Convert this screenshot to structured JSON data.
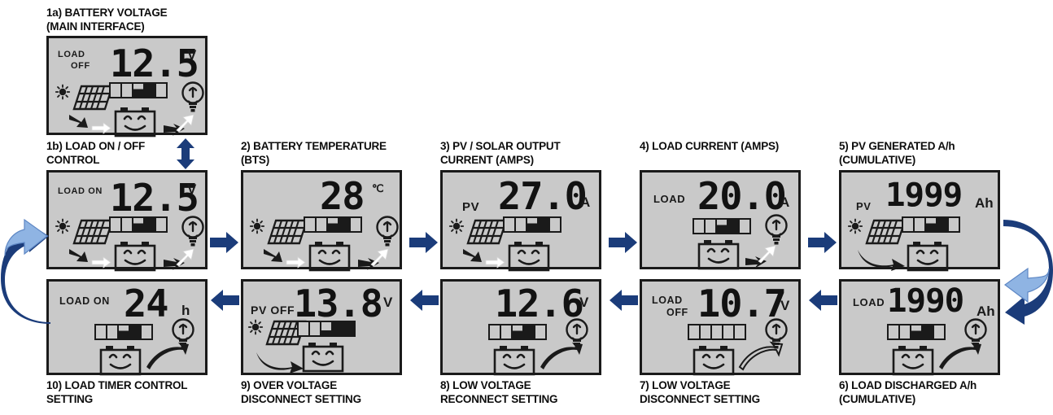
{
  "diagram": {
    "title": "Solar charge controller LCD display sequence",
    "colors": {
      "arrow_dark": "#1b3c7a",
      "arrow_light": "#8fb4e3",
      "lcd_background": "#c9c9c9",
      "lcd_border": "#1a1a1a",
      "text": "#0d0d0d"
    }
  },
  "panels": [
    {
      "id": "p1a",
      "caption": "1a) BATTERY VOLTAGE\n(MAIN INTERFACE)",
      "caption_position": "above",
      "annunciators": [
        "LOAD",
        "OFF"
      ],
      "value": "12.5",
      "unit": "V",
      "icons": [
        "solar-panel-icon",
        "battery-level-bar-icon",
        "battery-icon",
        "lightbulb-icon",
        "flow-arrow-icon"
      ],
      "battery_bar": [
        "empty",
        "empty",
        "half",
        "fill",
        "empty"
      ]
    },
    {
      "id": "p1b",
      "caption": "1b) LOAD ON / OFF\nCONTROL",
      "caption_position": "above",
      "annunciators": [
        "LOAD ON"
      ],
      "value": "12.5",
      "unit": "V",
      "icons": [
        "solar-panel-icon",
        "battery-level-bar-icon",
        "battery-icon",
        "lightbulb-icon",
        "flow-arrow-icon"
      ],
      "battery_bar": [
        "empty",
        "empty",
        "half",
        "fill",
        "empty"
      ]
    },
    {
      "id": "p2",
      "caption": "2) BATTERY TEMPERATURE\n(BTS)",
      "caption_position": "above",
      "annunciators": [],
      "value": "28",
      "unit": "℃",
      "icons": [
        "solar-panel-icon",
        "battery-level-bar-icon",
        "battery-icon",
        "lightbulb-icon",
        "flow-arrow-icon"
      ],
      "battery_bar": [
        "empty",
        "empty",
        "half",
        "fill",
        "empty"
      ]
    },
    {
      "id": "p3",
      "caption": "3) PV / SOLAR OUTPUT\nCURRENT (AMPS)",
      "caption_position": "above",
      "annunciators": [
        "PV"
      ],
      "value": "27.0",
      "unit": "A",
      "icons": [
        "solar-panel-icon",
        "battery-level-bar-icon",
        "battery-icon",
        "flow-arrow-icon"
      ],
      "battery_bar": [
        "empty",
        "empty",
        "half",
        "fill",
        "empty"
      ]
    },
    {
      "id": "p4",
      "caption": "4) LOAD CURRENT (AMPS)",
      "caption_position": "above",
      "annunciators": [
        "LOAD"
      ],
      "value": "20.0",
      "unit": "A",
      "icons": [
        "battery-level-bar-icon",
        "battery-icon",
        "lightbulb-icon",
        "flow-arrow-icon"
      ],
      "battery_bar": [
        "empty",
        "empty",
        "half",
        "fill",
        "empty"
      ]
    },
    {
      "id": "p5",
      "caption": "5) PV GENERATED A/h\n(CUMULATIVE)",
      "caption_position": "above",
      "annunciators": [
        "PV"
      ],
      "value": "1999",
      "unit": "Ah",
      "icons": [
        "solar-panel-icon",
        "battery-level-bar-icon",
        "battery-icon",
        "curved-arrow-icon"
      ],
      "battery_bar": [
        "empty",
        "empty",
        "half",
        "fill",
        "empty"
      ]
    },
    {
      "id": "p6",
      "caption": "6) LOAD DISCHARGED A/h\n(CUMULATIVE)",
      "caption_position": "below",
      "annunciators": [
        "LOAD"
      ],
      "value": "1990",
      "unit": "Ah",
      "icons": [
        "battery-level-bar-icon",
        "battery-icon",
        "lightbulb-icon",
        "curved-arrow-icon"
      ],
      "battery_bar": [
        "empty",
        "empty",
        "half",
        "fill",
        "empty"
      ]
    },
    {
      "id": "p7",
      "caption": "7) LOW VOLTAGE\nDISCONNECT SETTING",
      "caption_position": "below",
      "annunciators": [
        "LOAD",
        "OFF"
      ],
      "value": "10.7",
      "unit": "V",
      "icons": [
        "battery-level-bar-icon",
        "battery-icon",
        "lightbulb-icon",
        "curved-arrow-icon"
      ],
      "battery_bar": [
        "empty",
        "empty",
        "empty",
        "empty",
        "empty"
      ]
    },
    {
      "id": "p8",
      "caption": "8) LOW VOLTAGE\nRECONNECT SETTING",
      "caption_position": "below",
      "annunciators": [],
      "value": "12.6",
      "unit": "V",
      "icons": [
        "battery-level-bar-icon",
        "battery-icon",
        "lightbulb-icon",
        "curved-arrow-icon"
      ],
      "battery_bar": [
        "empty",
        "empty",
        "half",
        "fill",
        "empty"
      ]
    },
    {
      "id": "p9",
      "caption": "9) OVER VOLTAGE\nDISCONNECT SETTING",
      "caption_position": "below",
      "annunciators": [
        "PV OFF"
      ],
      "value": "13.8",
      "unit": "V",
      "icons": [
        "solar-panel-icon",
        "battery-level-bar-icon",
        "battery-icon",
        "curved-arrow-icon"
      ],
      "battery_bar": [
        "empty",
        "empty",
        "half",
        "fill",
        "fill"
      ]
    },
    {
      "id": "p10",
      "caption": "10) LOAD TIMER CONTROL\nSETTING",
      "caption_position": "below",
      "annunciators": [
        "LOAD ON"
      ],
      "value": "24",
      "unit": "h",
      "icons": [
        "battery-level-bar-icon",
        "battery-icon",
        "lightbulb-icon",
        "curved-arrow-icon"
      ],
      "battery_bar": [
        "empty",
        "empty",
        "half",
        "fill",
        "empty"
      ]
    }
  ],
  "arrows": [
    {
      "name": "arrow-vertical-double-1a-1b",
      "direction": "up-down",
      "style": "dark"
    },
    {
      "name": "arrow-right-1b-to-2",
      "direction": "right",
      "style": "dark"
    },
    {
      "name": "arrow-right-2-to-3",
      "direction": "right",
      "style": "dark"
    },
    {
      "name": "arrow-right-3-to-4",
      "direction": "right",
      "style": "dark"
    },
    {
      "name": "arrow-right-4-to-5",
      "direction": "right",
      "style": "dark"
    },
    {
      "name": "arrow-wrap-right-5-to-6",
      "direction": "wrap-down-left",
      "style": "dark-to-light"
    },
    {
      "name": "arrow-left-6-to-7",
      "direction": "left",
      "style": "dark"
    },
    {
      "name": "arrow-left-7-to-8",
      "direction": "left",
      "style": "dark"
    },
    {
      "name": "arrow-left-8-to-9",
      "direction": "left",
      "style": "dark"
    },
    {
      "name": "arrow-left-9-to-10",
      "direction": "left",
      "style": "dark"
    },
    {
      "name": "arrow-wrap-left-10-to-1b",
      "direction": "wrap-up-right",
      "style": "dark-to-light"
    }
  ]
}
